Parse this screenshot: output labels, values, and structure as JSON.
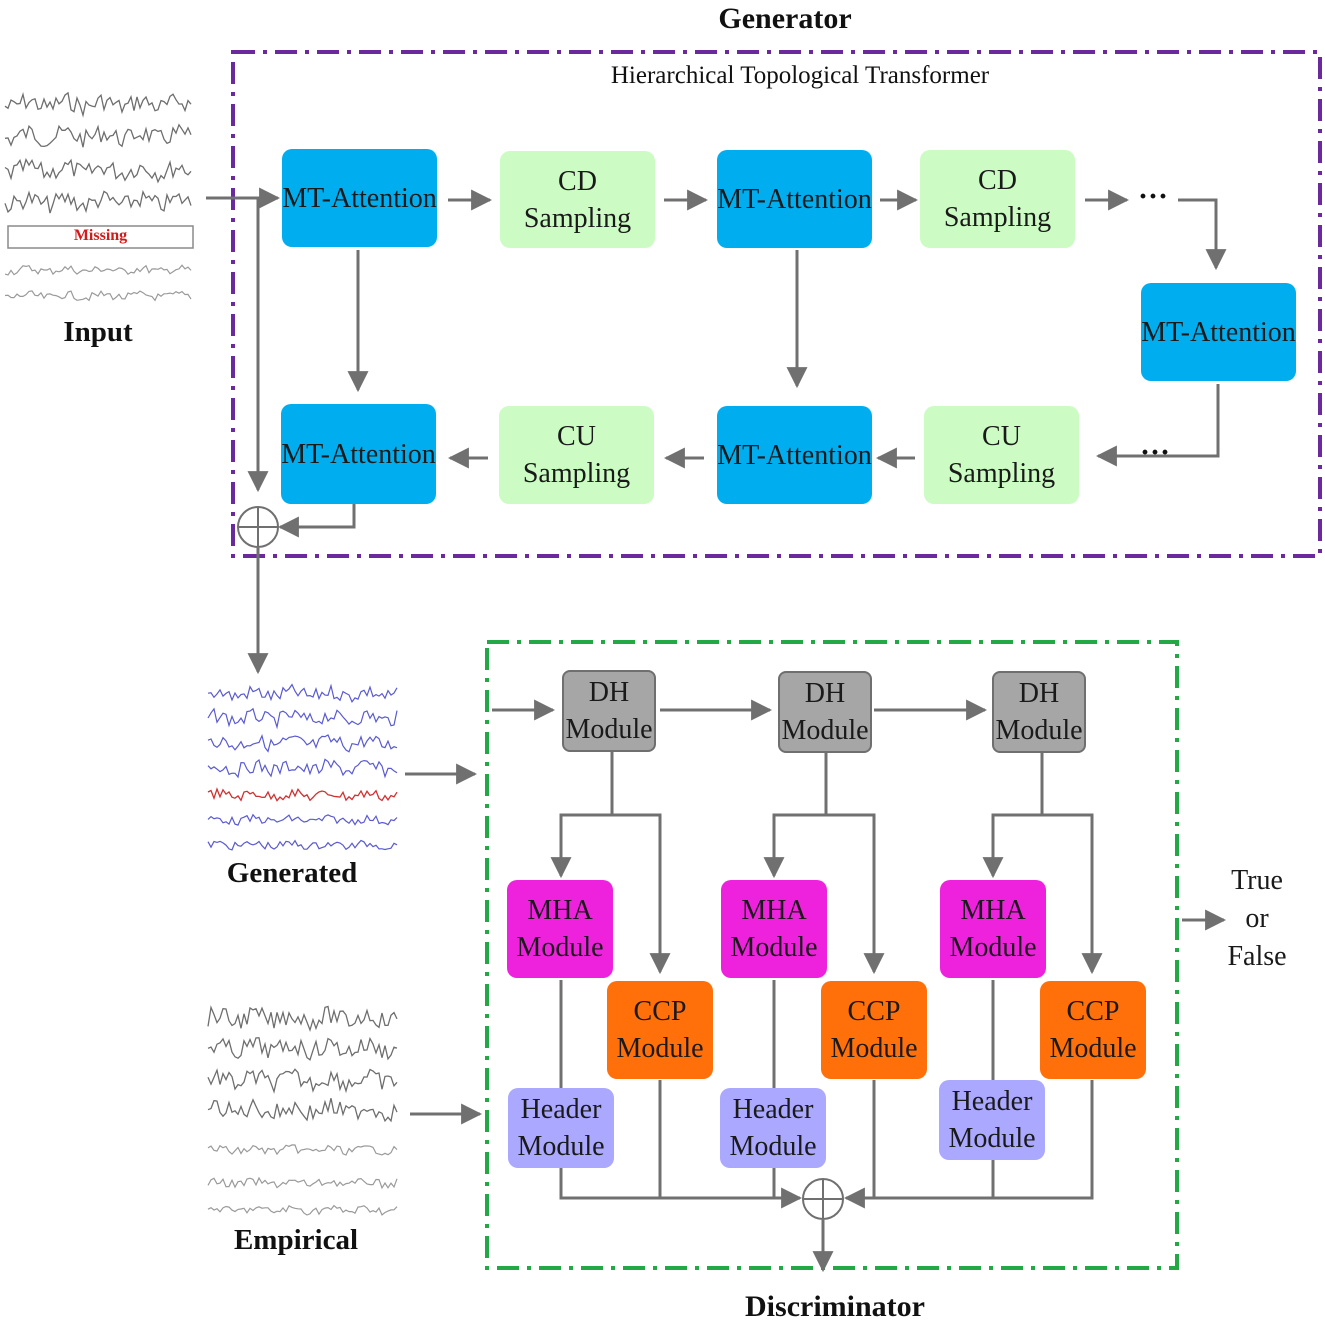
{
  "generator": {
    "title": "Generator",
    "subtitle": "Hierarchical Topological Transformer",
    "blocks": {
      "mt_1": "MT-Attention",
      "cd_1_line1": "CD",
      "cd_1_line2": "Sampling",
      "mt_2": "MT-Attention",
      "cd_2_line1": "CD",
      "cd_2_line2": "Sampling",
      "ellipsis_top": "···",
      "mt_3": "MT-Attention",
      "ellipsis_bottom": "···",
      "cu_2_line1": "CU",
      "cu_2_line2": "Sampling",
      "mt_4": "MT-Attention",
      "cu_1_line1": "CU",
      "cu_1_line2": "Sampling",
      "mt_5": "MT-Attention"
    }
  },
  "input": {
    "label": "Input",
    "missing_label": "Missing"
  },
  "generated": {
    "label": "Generated"
  },
  "empirical": {
    "label": "Empirical"
  },
  "discriminator": {
    "title": "Discriminator",
    "dh_line1": "DH",
    "dh_line2": "Module",
    "mha_line1": "MHA",
    "mha_line2": "Module",
    "ccp_line1": "CCP",
    "ccp_line2": "Module",
    "header_line1": "Header",
    "header_line2": "Module",
    "output_line1": "True",
    "output_line2": "or",
    "output_line3": "False"
  },
  "colors": {
    "generator_border": "#6a2a9e",
    "discriminator_border": "#22a845",
    "mt_attention": "#00aeef",
    "sampling": "#ccfcc4",
    "dh_module": "#a6a6a6",
    "mha_module": "#ee22dd",
    "ccp_module": "#ff6f0a",
    "header_module": "#aaa8ff",
    "arrow": "#707070",
    "missing_text": "#d11a1a",
    "generated_signal": "#5a5ad0",
    "generated_highlight": "#d03030"
  }
}
